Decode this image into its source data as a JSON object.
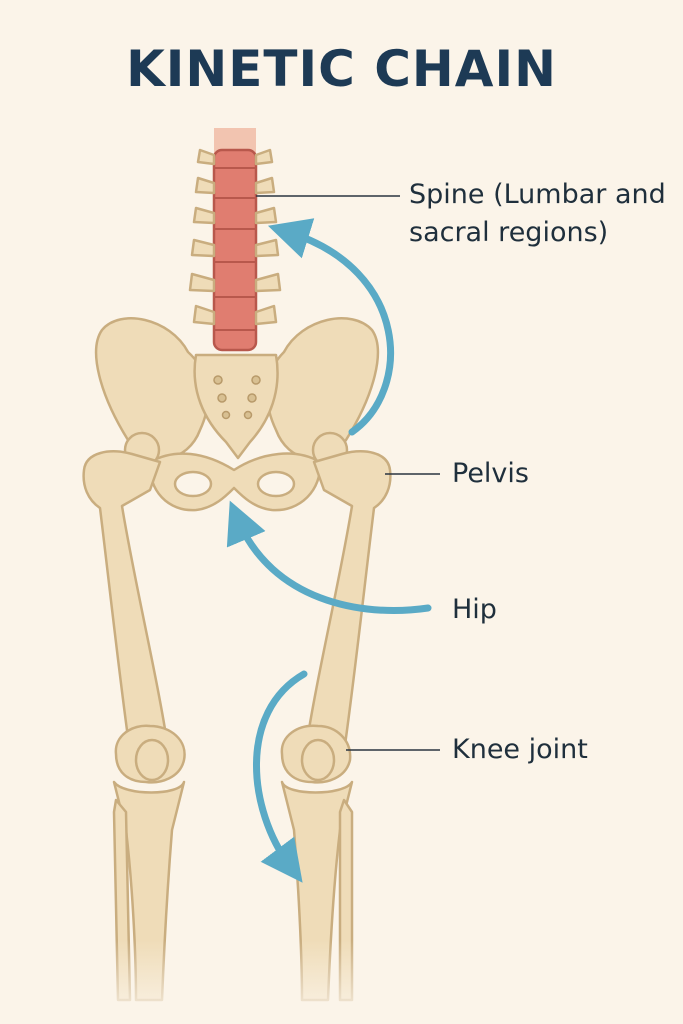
{
  "title": "KINETIC CHAIN",
  "labels": {
    "spine": "Spine (Lumbar and sacral regions)",
    "pelvis": "Pelvis",
    "hip": "Hip",
    "knee": "Knee joint"
  },
  "colors": {
    "background": "#fbf4e9",
    "bone": "#efdcb8",
    "bone_outline": "#c9ad7f",
    "spine": "#e07d70",
    "arrow": "#5aaac6",
    "title": "#1d3a55",
    "text": "#1f2f3c"
  }
}
